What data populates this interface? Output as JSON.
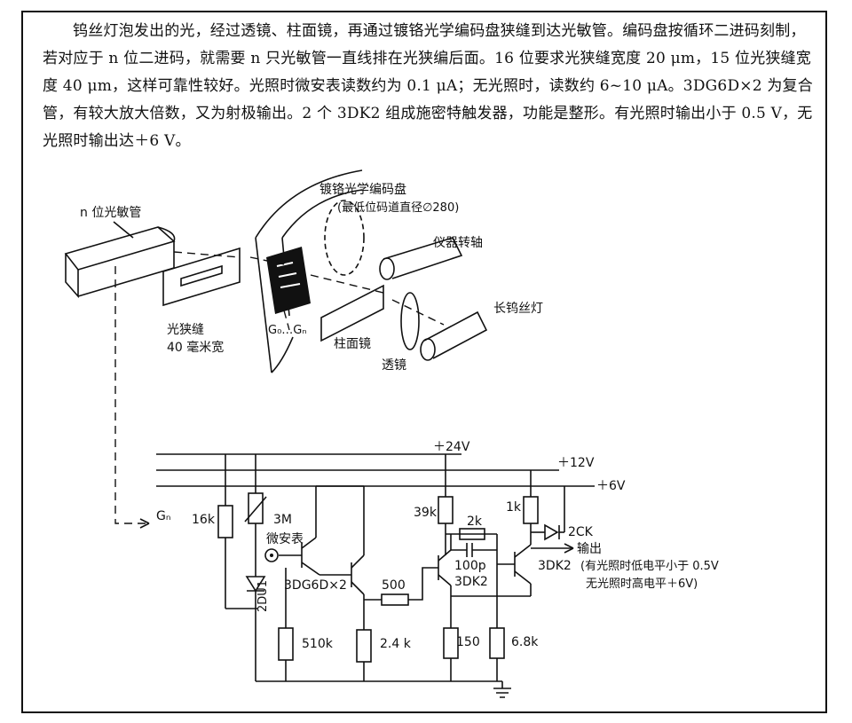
{
  "description_text": "钨丝灯泡发出的光，经过透镜、柱面镜，再通过镀铬光学编码盘狭缝到达光敏管。编码盘按循环二进码刻制，若对应于 n 位二进码，就需要 n 只光敏管一直线排在光狭编后面。16 位要求光狭缝宽度 20 μm，15 位光狭缝宽度 40 μm，这样可靠性较好。光照时微安表读数约为 0.1 μA；无光照时，读数约 6~10 μA。3DG6D×2 为复合管，有较大放大倍数，又为射极输出。2 个 3DK2 组成施密特触发器，功能是整形。有光照时输出小于 0.5 V，无光照时输出达＋6 V。",
  "optical": {
    "photo_tubes": "n 位光敏管",
    "slit_name": "光狭缝",
    "slit_width": "40 毫米宽",
    "disc_name": "镀铬光学编码盘",
    "disc_note": "(最低位码道直径∅280)",
    "shaft": "仪器转轴",
    "lamp": "长钨丝灯",
    "cyl_lens": "柱面镜",
    "lens": "透镜",
    "tracks": "G₀…Gₙ"
  },
  "circuit": {
    "v24": "＋24V",
    "v12": "＋12V",
    "v6": "＋6V",
    "gn": "Gₙ",
    "r16k": "16k",
    "r3m": "3M",
    "meter": "微安表",
    "diode1": "2DU1",
    "darlington": "3DG6D×2",
    "r500": "500",
    "r510k": "510k",
    "r24k": "2.4 k",
    "r39k": "39k",
    "r2k": "2k",
    "c100p": "100p",
    "q1": "3DK2",
    "r150": "150",
    "r68k": "6.8k",
    "r1k": "1k",
    "diode2": "2CK",
    "output": "输出",
    "q2": "3DK2",
    "out_note1": "(有光照时低电平小于 0.5V",
    "out_note2": "无光照时高电平＋6V)"
  }
}
